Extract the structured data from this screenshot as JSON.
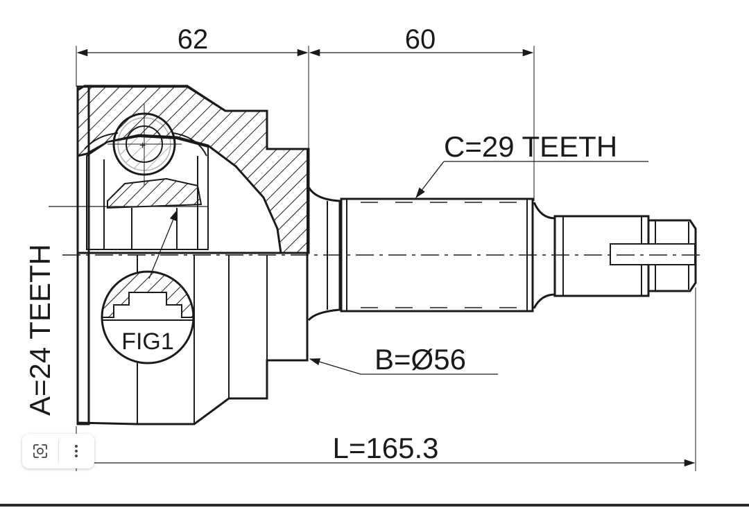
{
  "drawing": {
    "dim_outer_length": "62",
    "dim_shaft_length": "60",
    "spline_c": "C=29 TEETH",
    "spline_a": "A=24 TEETH",
    "abs_ring": "B=Ø56",
    "total_length": "L=165.3",
    "detail_label": "FIG1"
  },
  "toolbar": {
    "lens_icon": "lens-search-icon",
    "more_icon": "more-vertical-icon"
  },
  "colors": {
    "ink": "#1a1a1a",
    "paper": "#ffffff"
  }
}
